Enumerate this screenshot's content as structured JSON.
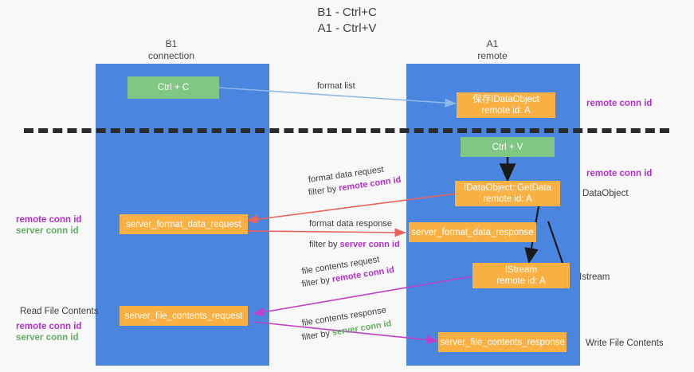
{
  "title": {
    "line1": "B1 - Ctrl+C",
    "line2": "A1 - Ctrl+V"
  },
  "columns": [
    {
      "name": "B1",
      "sub": "connection"
    },
    {
      "name": "A1",
      "sub": "remote"
    }
  ],
  "nodes": {
    "ctrl_c": "Ctrl + C",
    "save_dataobject_l1": "保存IDataObject",
    "save_dataobject_l2": "remote id: A",
    "ctrl_v": "Ctrl + V",
    "getdata_l1": "IDataObject::GetData",
    "getdata_l2": "remote id: A",
    "server_format_data_request": "server_format_data_request",
    "server_format_data_response": "server_format_data_response",
    "istream_l1": "IStream",
    "istream_l2": "remote id: A",
    "server_file_contents_request": "server_file_contents_request",
    "server_file_contents_response": "server_file_contents_response"
  },
  "edges": {
    "format_list": "format list",
    "format_data_request": "format data request",
    "format_data_request_filter_prefix": "filter by ",
    "format_data_request_filter_key": "remote conn id",
    "format_data_response": "format data response",
    "format_data_response_filter_prefix": "filter by ",
    "format_data_response_filter_key": "server conn id",
    "file_contents_request": "file contents request",
    "file_contents_request_filter_prefix": "filter by ",
    "file_contents_request_filter_key": "remote conn id",
    "file_contents_response": "file contents response",
    "file_contents_response_filter_prefix": "filter by ",
    "file_contents_response_filter_key": "server conn id"
  },
  "annotations": {
    "right_remote_conn_id_top": "remote conn id",
    "right_remote_conn_id_mid": "remote conn id",
    "right_dataobject": "DataObject",
    "right_istream": "Istream",
    "right_write_file_contents": "Write File Contents",
    "left_remote_conn_id_mid": "remote conn id",
    "left_server_conn_id_mid": "server conn id",
    "left_read_file_contents": "Read File Contents",
    "left_remote_conn_id_bottom": "remote conn id",
    "left_server_conn_id_bottom": "server conn id"
  },
  "colors": {
    "lane": "#4a86e0",
    "node_green": "#81c784",
    "node_orange": "#fbb043",
    "accent_purple": "#b030c8",
    "accent_green": "#62ae62",
    "arrow_blue": "#8cb8e8",
    "arrow_red": "#e8635c",
    "arrow_magenta": "#c040c8",
    "arrow_black": "#1a1a1a",
    "background": "#f8f8f8"
  }
}
